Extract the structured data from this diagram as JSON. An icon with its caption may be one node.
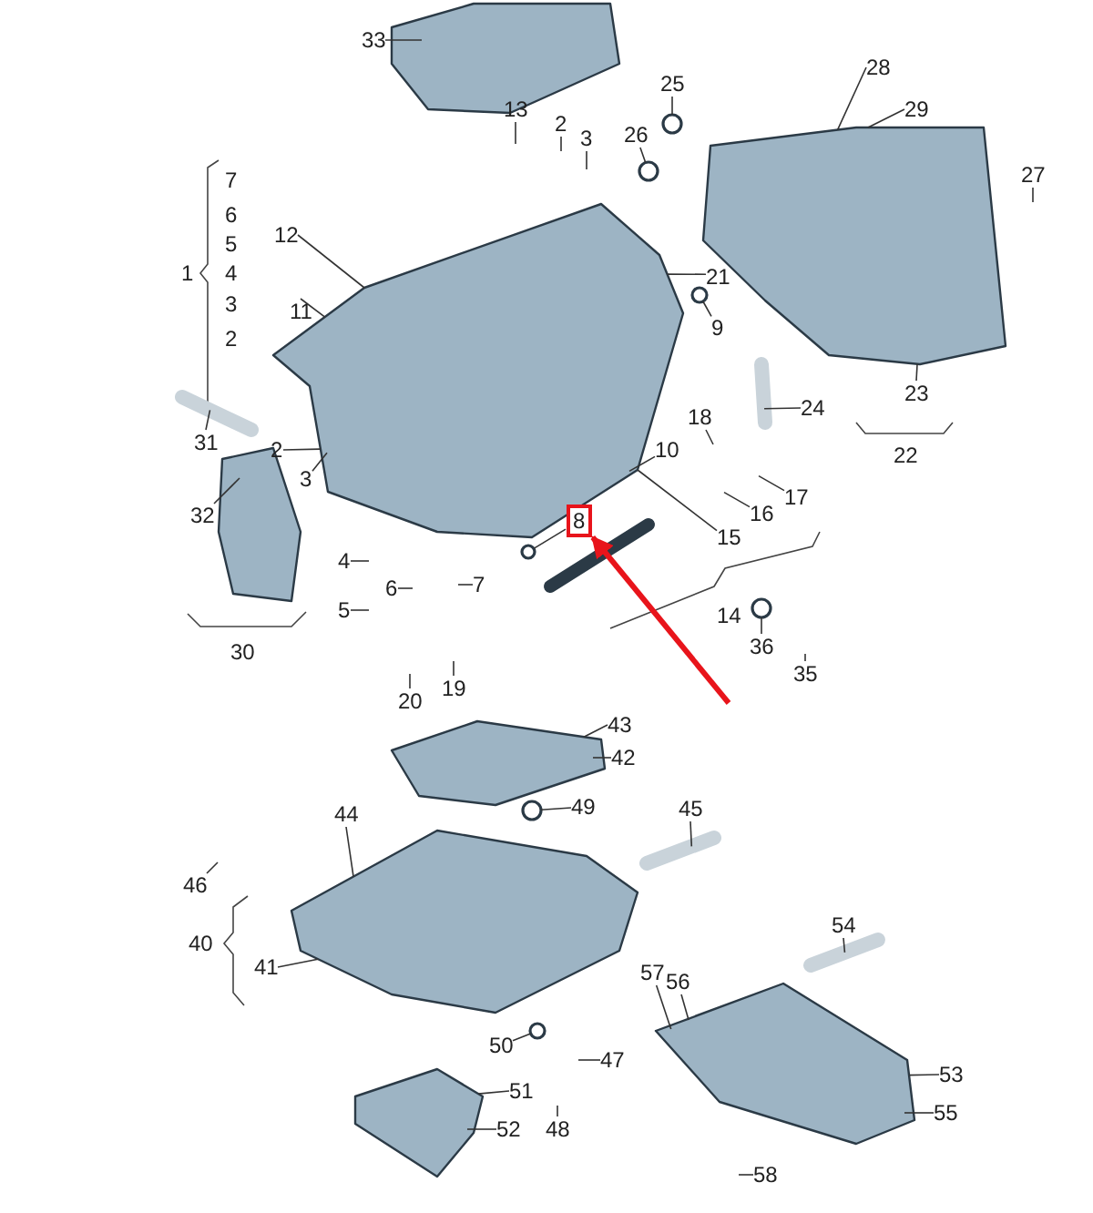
{
  "diagram": {
    "nodes": [
      {
        "text": [
          "33"
        ]
      },
      {
        "text": [
          "13"
        ]
      },
      {
        "text": [
          "2"
        ]
      },
      {
        "text": [
          "3"
        ]
      },
      {
        "text": [
          "25"
        ]
      },
      {
        "text": [
          "26"
        ]
      },
      {
        "text": [
          "28"
        ]
      },
      {
        "text": [
          "29"
        ]
      },
      {
        "text": [
          "27"
        ]
      },
      {
        "text": [
          "12"
        ]
      },
      {
        "text": [
          "11"
        ]
      },
      {
        "text": [
          "21"
        ]
      },
      {
        "text": [
          "9"
        ]
      },
      {
        "text": [
          "24"
        ]
      },
      {
        "text": [
          "23"
        ]
      },
      {
        "text": [
          "31"
        ]
      },
      {
        "text": [
          "2"
        ]
      },
      {
        "text": [
          "3"
        ]
      },
      {
        "text": [
          "32"
        ]
      },
      {
        "text": [
          "10"
        ]
      },
      {
        "text": [
          "18"
        ]
      },
      {
        "text": [
          "17"
        ]
      },
      {
        "text": [
          "16"
        ]
      },
      {
        "text": [
          "15"
        ]
      },
      {
        "text": [
          "4"
        ]
      },
      {
        "text": [
          "8"
        ]
      },
      {
        "text": [
          "6"
        ]
      },
      {
        "text": [
          "7"
        ]
      },
      {
        "text": [
          "5"
        ]
      },
      {
        "text": [
          "36"
        ]
      },
      {
        "text": [
          "35"
        ]
      },
      {
        "text": [
          "20"
        ]
      },
      {
        "text": [
          "19"
        ]
      },
      {
        "text": [
          "43"
        ]
      },
      {
        "text": [
          "42"
        ]
      },
      {
        "text": [
          "49"
        ]
      },
      {
        "text": [
          "44"
        ]
      },
      {
        "text": [
          "45"
        ]
      },
      {
        "text": [
          "46"
        ]
      },
      {
        "text": [
          "41"
        ]
      },
      {
        "text": [
          "57"
        ]
      },
      {
        "text": [
          "56"
        ]
      },
      {
        "text": [
          "54"
        ]
      },
      {
        "text": [
          "50"
        ]
      },
      {
        "text": [
          "47"
        ]
      },
      {
        "text": [
          "53"
        ]
      },
      {
        "text": [
          "51"
        ]
      },
      {
        "text": [
          "48"
        ]
      },
      {
        "text": [
          "55"
        ]
      },
      {
        "text": [
          "52"
        ]
      },
      {
        "text": [
          "58"
        ]
      },
      {
        "text": [],
        "shape": "picture"
      },
      {
        "text": [],
        "shape": "picture"
      },
      {
        "text": [],
        "shape": "picture"
      },
      {
        "text": [],
        "shape": "picture"
      },
      {
        "text": [],
        "shape": "picture"
      },
      {
        "text": [],
        "shape": "picture"
      },
      {
        "text": [],
        "shape": "picture"
      },
      {
        "text": [],
        "shape": "picture"
      },
      {
        "text": [],
        "shape": "picture"
      },
      {
        "text": [],
        "shape": "picture"
      },
      {
        "text": [],
        "shape": "picture"
      },
      {
        "text": [],
        "shape": "picture"
      },
      {
        "text": [],
        "shape": "picture"
      },
      {
        "text": [],
        "shape": "circle"
      },
      {
        "text": [],
        "shape": "circle"
      },
      {
        "text": [],
        "shape": "circle"
      },
      {
        "text": [],
        "shape": "circle"
      },
      {
        "text": [],
        "shape": "circle"
      },
      {
        "text": [],
        "shape": "circle"
      },
      {
        "text": [],
        "shape": "circle"
      }
    ],
    "edges": [
      {
        "from": 0,
        "to": 51,
        "arrow": "none"
      },
      {
        "from": 1,
        "to": null,
        "arrow": "none"
      },
      {
        "from": 2,
        "to": null,
        "arrow": "none"
      },
      {
        "from": 3,
        "to": null,
        "arrow": "none"
      },
      {
        "from": 4,
        "to": 64,
        "arrow": "none"
      },
      {
        "from": 5,
        "to": 65,
        "arrow": "none"
      },
      {
        "from": 6,
        "to": 53,
        "arrow": "none"
      },
      {
        "from": 7,
        "to": 53,
        "arrow": "none"
      },
      {
        "from": 8,
        "to": null,
        "arrow": "none"
      },
      {
        "from": 9,
        "to": 52,
        "arrow": "none"
      },
      {
        "from": 10,
        "to": 52,
        "arrow": "none"
      },
      {
        "from": 11,
        "to": 52,
        "arrow": "none"
      },
      {
        "from": 12,
        "to": 66,
        "arrow": "none"
      },
      {
        "from": 13,
        "to": 61,
        "arrow": "none"
      },
      {
        "from": 14,
        "to": 53,
        "arrow": "none"
      },
      {
        "from": 15,
        "to": 60,
        "arrow": "none"
      },
      {
        "from": 16,
        "to": 52,
        "arrow": "none"
      },
      {
        "from": 17,
        "to": 52,
        "arrow": "none"
      },
      {
        "from": 18,
        "to": 54,
        "arrow": "none"
      },
      {
        "from": 19,
        "to": 52,
        "arrow": "none"
      },
      {
        "from": 20,
        "to": null,
        "arrow": "none"
      },
      {
        "from": 21,
        "to": null,
        "arrow": "none"
      },
      {
        "from": 22,
        "to": null,
        "arrow": "none"
      },
      {
        "from": 23,
        "to": 52,
        "arrow": "none"
      },
      {
        "from": 24,
        "to": null,
        "arrow": "none"
      },
      {
        "from": 25,
        "to": 67,
        "arrow": "none"
      },
      {
        "from": 26,
        "to": null,
        "arrow": "none"
      },
      {
        "from": 27,
        "to": null,
        "arrow": "none"
      },
      {
        "from": 28,
        "to": null,
        "arrow": "none"
      },
      {
        "from": 29,
        "to": 68,
        "arrow": "none"
      },
      {
        "from": 30,
        "to": null,
        "arrow": "none"
      },
      {
        "from": 31,
        "to": null,
        "arrow": "none"
      },
      {
        "from": 32,
        "to": null,
        "arrow": "none"
      },
      {
        "from": 33,
        "to": 56,
        "arrow": "none"
      },
      {
        "from": 34,
        "to": 56,
        "arrow": "none"
      },
      {
        "from": 35,
        "to": 69,
        "arrow": "none"
      },
      {
        "from": 36,
        "to": 57,
        "arrow": "none"
      },
      {
        "from": 37,
        "to": 62,
        "arrow": "none"
      },
      {
        "from": 38,
        "to": null,
        "arrow": "none"
      },
      {
        "from": 39,
        "to": 57,
        "arrow": "none"
      },
      {
        "from": 40,
        "to": 58,
        "arrow": "none"
      },
      {
        "from": 41,
        "to": 58,
        "arrow": "none"
      },
      {
        "from": 42,
        "to": 63,
        "arrow": "none"
      },
      {
        "from": 43,
        "to": 70,
        "arrow": "none"
      },
      {
        "from": 44,
        "to": null,
        "arrow": "none"
      },
      {
        "from": 45,
        "to": 58,
        "arrow": "none"
      },
      {
        "from": 46,
        "to": 59,
        "arrow": "none"
      },
      {
        "from": 47,
        "to": null,
        "arrow": "none"
      },
      {
        "from": 48,
        "to": 58,
        "arrow": "none"
      },
      {
        "from": 49,
        "to": 59,
        "arrow": "none"
      },
      {
        "from": 50,
        "to": null,
        "arrow": "none"
      },
      {
        "from": null,
        "to": 25,
        "arrow": "to",
        "style": "thick",
        "color": "#e8141b"
      }
    ],
    "labels": [
      "7",
      "6",
      "5",
      "1",
      "4",
      "3",
      "2",
      "22",
      "14",
      "30",
      "40"
    ]
  }
}
